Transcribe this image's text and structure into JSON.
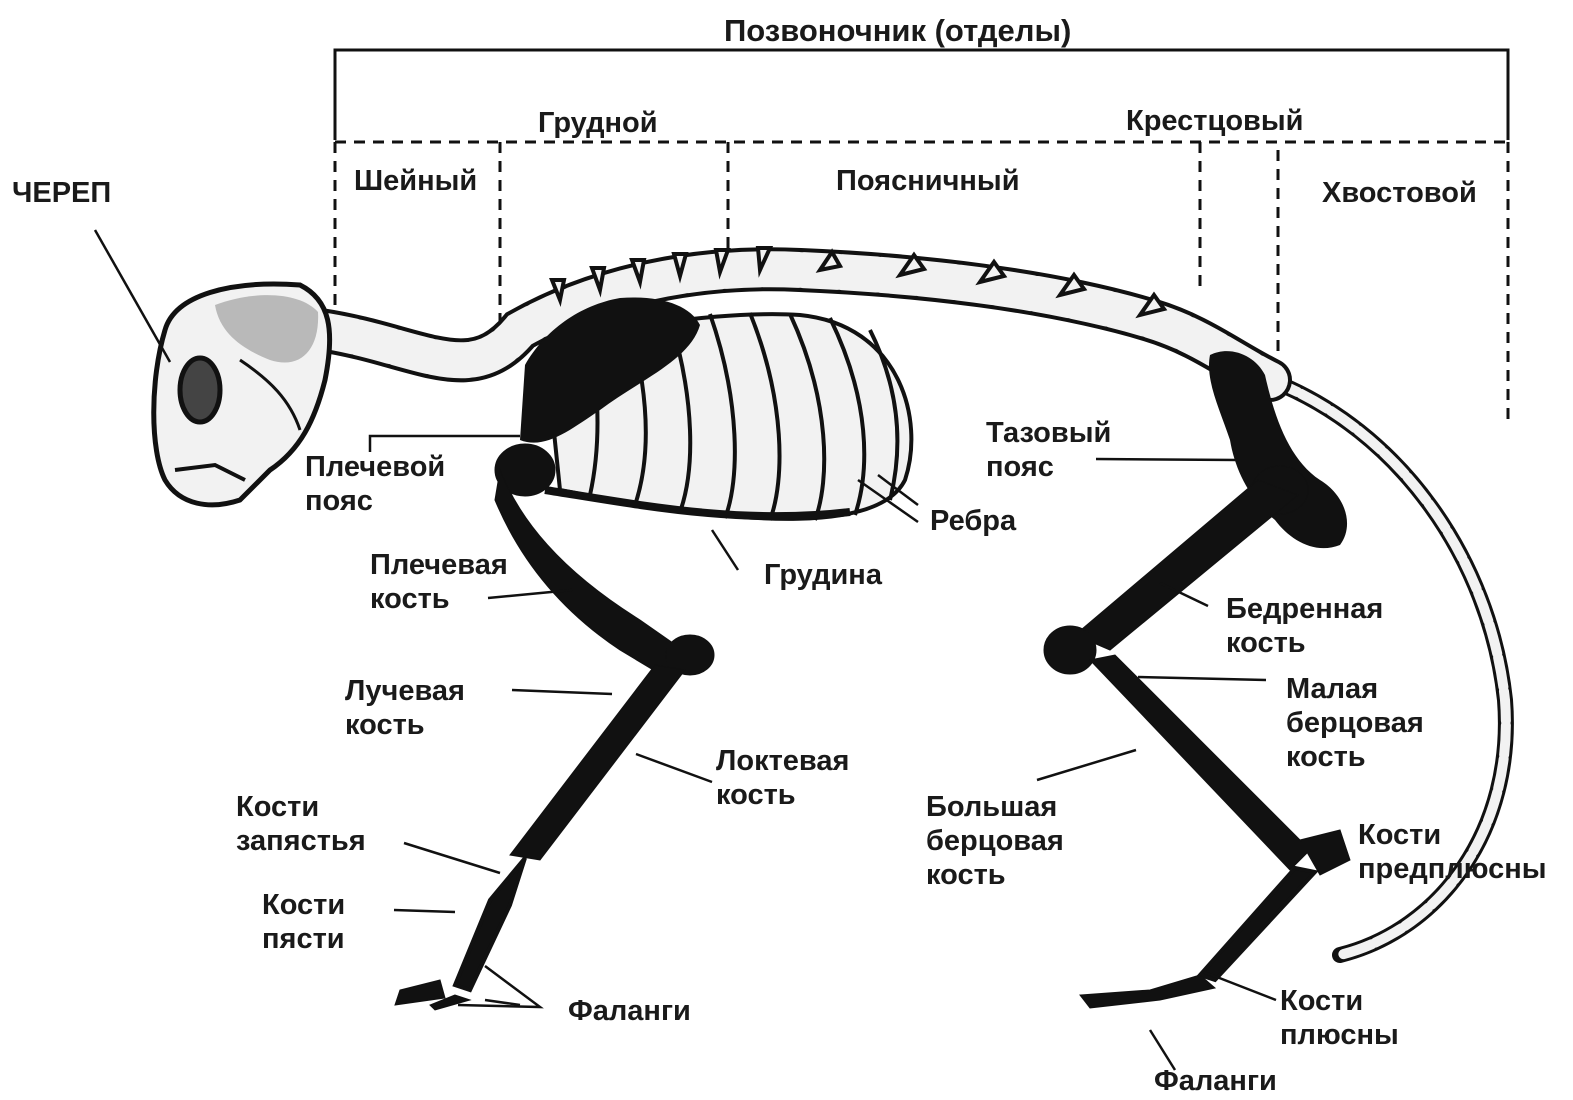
{
  "spine": {
    "title": "Позвоночник (отделы)",
    "sections": {
      "cervical": "Шейный",
      "thoracic": "Грудной",
      "lumbar": "Поясничный",
      "sacral": "Крестцовый",
      "caudal": "Хвостовой"
    }
  },
  "labels": {
    "skull": "ЧЕРЕП",
    "shoulder_girdle": [
      "Плечевой",
      "пояс"
    ],
    "humerus": [
      "Плечевая",
      "кость"
    ],
    "radius": [
      "Лучевая",
      "кость"
    ],
    "ulna": [
      "Локтевая",
      "кость"
    ],
    "carpals": [
      "Кости",
      "запястья"
    ],
    "metacarpals": [
      "Кости",
      "пясти"
    ],
    "front_phalanges": "Фаланги",
    "sternum": "Грудина",
    "ribs": "Ребра",
    "pelvic_girdle": [
      "Тазовый",
      "пояс"
    ],
    "femur": [
      "Бедренная",
      "кость"
    ],
    "fibula": [
      "Малая",
      "берцовая",
      "кость"
    ],
    "tibia": [
      "Большая",
      "берцовая",
      "кость"
    ],
    "tarsals": [
      "Кости",
      "предплюсны"
    ],
    "metatarsals": [
      "Кости",
      "плюсны"
    ],
    "hind_phalanges": "Фаланги"
  },
  "colors": {
    "ink": "#111111",
    "bone_fill": "#f2f2f2",
    "skull_shade": "#b9b9b9",
    "paper": "#ffffff"
  }
}
